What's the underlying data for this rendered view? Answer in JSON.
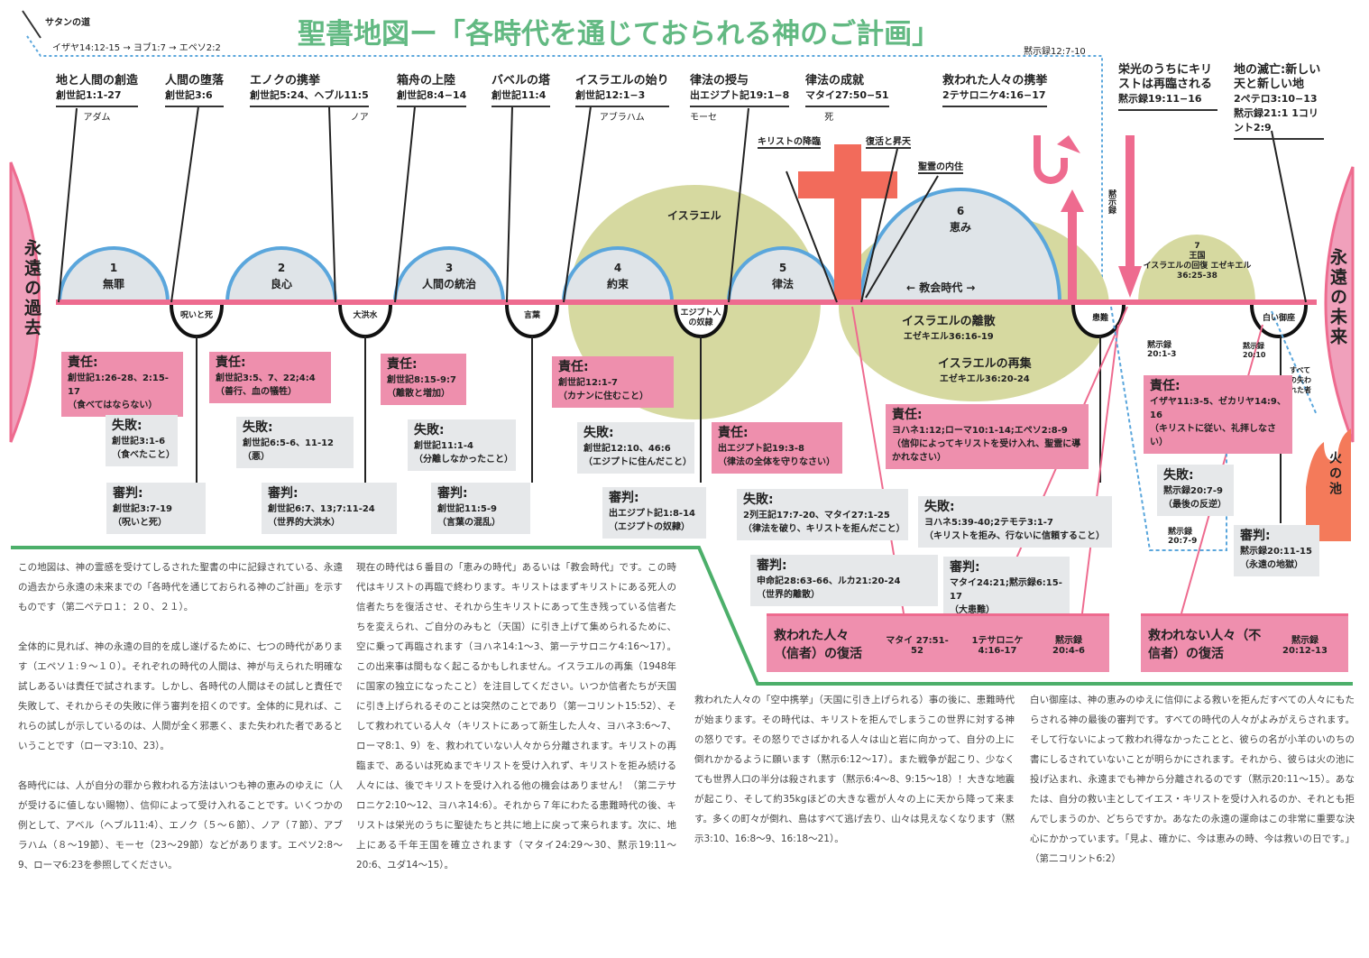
{
  "title": "聖書地図ー「各時代を通じておられる神のご計画」",
  "satan": {
    "label": "サタンの道",
    "refs": "イザヤ14:12-15 → ヨブ1:7 → エペソ2:2",
    "end_ref": "黙示録12:7-10"
  },
  "events": [
    {
      "title": "地と人間の創造",
      "ref": "創世記1:1-27",
      "who": "アダム"
    },
    {
      "title": "人間の堕落",
      "ref": "創世記3:6"
    },
    {
      "title": "エノクの携挙",
      "ref": "創世記5:24、ヘブル11:5",
      "who": "ノア"
    },
    {
      "title": "箱舟の上陸",
      "ref": "創世記8:4−14"
    },
    {
      "title": "バベルの塔",
      "ref": "創世記11:4"
    },
    {
      "title": "イスラエルの始り",
      "ref": "創世記12:1−3",
      "who": "アブラハム"
    },
    {
      "title": "律法の授与",
      "ref": "出エジプト記19:1−8",
      "who": "モーセ"
    },
    {
      "title": "律法の成就",
      "ref": "マタイ27:50−51",
      "who": "死"
    },
    {
      "title": "救われた人々の携挙",
      "ref": "2テサロニケ4:16−17"
    },
    {
      "title": "栄光のうちにキリストは再臨される",
      "ref": "黙示録19:11−16"
    },
    {
      "title": "地の滅亡:新しい天と新しい地",
      "ref": "2ペテロ3:10−13 黙示録21:1 1コリント2:9"
    }
  ],
  "christ": {
    "incarnation": "キリストの降臨",
    "resurrection": "復活と昇天",
    "spirit": "聖霊の内住"
  },
  "dispensations": [
    {
      "num": "1",
      "name": "無罪"
    },
    {
      "num": "2",
      "name": "良心"
    },
    {
      "num": "3",
      "name": "人間の統治"
    },
    {
      "num": "4",
      "name": "約束"
    },
    {
      "num": "5",
      "name": "律法"
    },
    {
      "num": "6",
      "name": "恵み"
    },
    {
      "num": "7",
      "name": "王国",
      "sub": "イスラエルの回復 エゼキエル36:25-38"
    }
  ],
  "israel_label": "イスラエル",
  "church_age": "← 教会時代 →",
  "judgments": [
    "呪いと死",
    "大洪水",
    "言葉",
    "エジプト人の奴隷",
    "患難",
    "白い御座"
  ],
  "eternity": {
    "past": "永遠の過去",
    "future": "永遠の未来",
    "lake": "火の池"
  },
  "israel_events": {
    "scatter": "イスラエルの離散",
    "scatter_ref": "エゼキエル36:16-19",
    "gather": "イスラエルの再集",
    "gather_ref": "エゼキエル36:20-24"
  },
  "rev_refs": {
    "r1": "黙示録20:1-3",
    "r2": "黙示録20:7-9",
    "r3": "黙示録20:10",
    "lost": "すべての失われた者",
    "side": "黙示録"
  },
  "resp_h": "責任:",
  "fail_h": "失敗:",
  "judg_h": "審判:",
  "boxes": [
    {
      "k": "resp",
      "ref": "創世記1:26-28、2:15-17",
      "note": "（食べてはならない）"
    },
    {
      "k": "fail",
      "ref": "創世記3:1-6",
      "note": "（食べたこと）"
    },
    {
      "k": "judg",
      "ref": "創世記3:7-19",
      "note": "（呪いと死）"
    },
    {
      "k": "resp",
      "ref": "創世記3:5、7、22;4:4",
      "note": "（善行、血の犠牲）"
    },
    {
      "k": "fail",
      "ref": "創世記6:5-6、11-12",
      "note": "（悪）"
    },
    {
      "k": "judg",
      "ref": "創世記6:7、13;7:11-24",
      "note": "（世界的大洪水）"
    },
    {
      "k": "resp",
      "ref": "創世記8:15-9:7",
      "note": "（離散と増加）"
    },
    {
      "k": "fail",
      "ref": "創世記11:1-4",
      "note": "（分離しなかったこと）"
    },
    {
      "k": "judg",
      "ref": "創世記11:5-9",
      "note": "（言葉の混乱）"
    },
    {
      "k": "resp",
      "ref": "創世記12:1-7",
      "note": "（カナンに住むこと）"
    },
    {
      "k": "fail",
      "ref": "創世記12:10、46:6",
      "note": "（エジプトに住んだこと）"
    },
    {
      "k": "judg",
      "ref": "出エジプト記1:8-14",
      "note": "（エジプトの奴隷）"
    },
    {
      "k": "resp",
      "ref": "出エジプト記19:3-8",
      "note": "（律法の全体を守りなさい）"
    },
    {
      "k": "fail",
      "ref": "2列王記17:7-20、マタイ27:1-25",
      "note": "（律法を破り、キリストを拒んだこと）"
    },
    {
      "k": "judg",
      "ref": "申命記28:63-66、ルカ21:20-24",
      "note": "（世界的離散）"
    },
    {
      "k": "resp",
      "ref": "ヨハネ1:12;ローマ10:1-14;エペソ2:8-9",
      "note": "（信仰によってキリストを受け入れ、聖霊に導かれなさい）"
    },
    {
      "k": "fail",
      "ref": "ヨハネ5:39-40;2テモテ3:1-7",
      "note": "（キリストを拒み、行ないに信頼すること）"
    },
    {
      "k": "judg",
      "ref": "マタイ24:21;黙示録6:15-17",
      "note": "（大患難）"
    },
    {
      "k": "resp",
      "ref": "イザヤ11:3-5、ゼカリヤ14:9、16",
      "note": "（キリストに従い、礼拝しなさい）"
    },
    {
      "k": "fail",
      "ref": "黙示録20:7-9",
      "note": "（最後の反逆）"
    },
    {
      "k": "judg",
      "ref": "黙示録20:11-15",
      "note": "（永遠の地獄）"
    }
  ],
  "resurrection": {
    "saved": "救われた人々（信者）の復活",
    "saved_refs": [
      "マタイ 27:51-52",
      "1テサロニケ 4:16-17",
      "黙示録 20:4-6"
    ],
    "unsaved": "救われない人々（不信者）の復活",
    "unsaved_ref": "黙示録 20:12-13"
  },
  "text": {
    "col1": [
      "この地図は、神の霊感を受けてしるされた聖書の中に記録されている、永遠の過去から永遠の未来までの「各時代を通じておられる神のご計画」を示すものです（第二ペテロ１：２０、２１）。",
      "全体的に見れば、神の永遠の目的を成し遂げるために、七つの時代があります（エペソ１:９〜１０）。それぞれの時代の人間は、神が与えられた明確な試しあるいは責任で試されます。しかし、各時代の人間はその試しと責任で失敗して、それからその失敗に伴う審判を招くのです。全体的に見れば、これらの試しが示しているのは、人間が全く邪悪く、また失われた者であるということです（ローマ3:10、23）。",
      "各時代には、人が自分の罪から救われる方法はいつも神の恵みのゆえに（人が受けるに値しない賜物）、信仰によって受け入れることです。いくつかの例として、アベル（ヘブル11:4）、エノク（５〜６節）、ノア（７節）、アブラハム（８〜19節）、モーセ（23〜29節）などがあります。エペソ2:8〜9、ローマ6:23を参照してください。"
    ],
    "col2": [
      "現在の時代は６番目の「恵みの時代」あるいは「教会時代」です。この時代はキリストの再臨で終わります。キリストはまずキリストにある死人の信者たちを復活させ、それから生キリストにあって生き残っている信者たちを変えられ、ご自分のみもと（天国）に引き上げて集められるために、空に乗って再臨されます（ヨハネ14:1〜3、第一テサロニケ4:16〜17）。この出来事は間もなく起こるかもしれません。イスラエルの再集（1948年に国家の独立になったこと）を注目してください。いつか信者たちが天国に引き上げられるそのことは突然のことであり（第一コリント15:52）、そして救われている人々（キリストにあって新生した人々、ヨハネ3:6〜7、ローマ8:1、9）を、救われていない人々から分離されます。キリストの再臨まで、あるいは死ぬまでキリストを受け入れず、キリストを拒み続ける人々には、後でキリストを受け入れる他の機会はありません！（第二テサロニケ2:10〜12、ヨハネ14:6）。それから７年にわたる患難時代の後、キリストは栄光のうちに聖徒たちと共に地上に戻って来られます。次に、地上にある千年王国を確立されます（マタイ24:29〜30、黙示19:11〜20:6、ユダ14〜15）。"
    ],
    "col3": [
      "救われた人々の「空中携挙」（天国に引き上げられる）事の後に、患難時代が始まります。その時代は、キリストを拒んでしまうこの世界に対する神の怒りです。その怒りでさばかれる人々は山と岩に向かって、自分の上に倒れかかるように願います（黙示6:12〜17）。また戦争が起こり、少なくても世界人口の半分は殺されます（黙示6:4〜8、9:15〜18）！大きな地震が起こり、そして約35kgほどの大きな雹が人々の上に天から降って来ます。多くの町々が倒れ、島はすべて逃げ去り、山々は見えなくなります（黙示3:10、16:8〜9、16:18〜21）。"
    ],
    "col4": [
      "白い御座は、神の恵みのゆえに信仰による救いを拒んだすべての人々にもたらされる神の最後の審判です。すべての時代の人々がよみがえらされます。そして行ないによって救われ得なかったことと、彼らの名が小羊のいのちの書にしるされていないことが明らかにされます。それから、彼らは火の池に投げ込まれ、永遠までも神から分離されるのです（黙示20:11〜15）。あなたは、自分の救い主としてイエス・キリストを受け入れるのか、それとも拒んでしまうのか、どちらですか。あなたの永遠の運命はこの非常に重要な決心にかかっています。「見よ、確かに、今は恵みの時、今は救いの日です。」（第二コリント6:2）"
    ]
  },
  "colors": {
    "title": "#62b982",
    "timeline": "#ee6b8f",
    "pink": "#ee8fad",
    "arc": "#5aa6dc",
    "olive": "#d6d9a0",
    "cross": "#f26b5b",
    "green": "#4caf6a"
  }
}
